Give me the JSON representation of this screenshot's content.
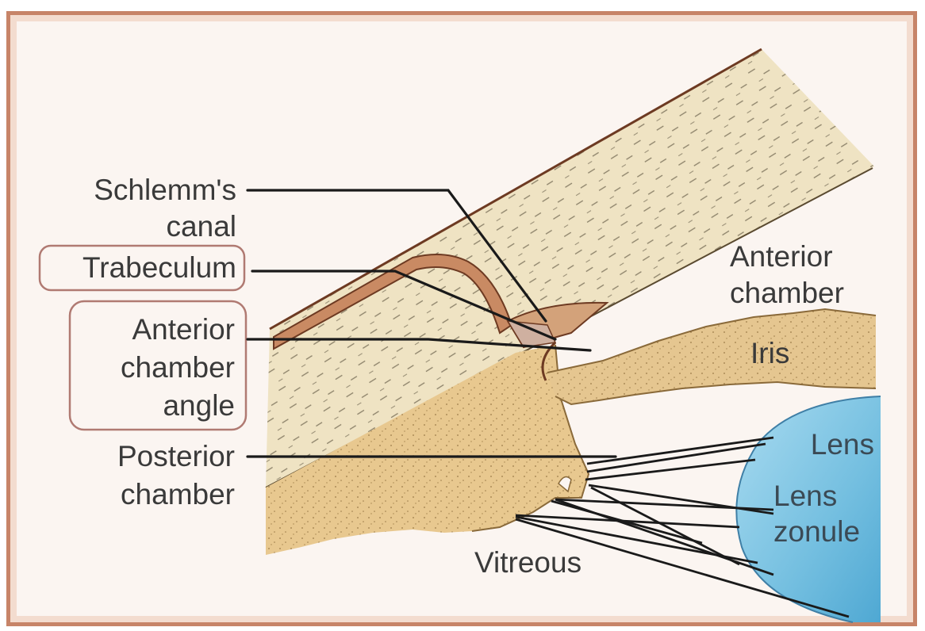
{
  "labels": {
    "schlemm_line1": "Schlemm's",
    "schlemm_line2": "canal",
    "trabeculum": "Trabeculum",
    "angle_line1": "Anterior",
    "angle_line2": "chamber",
    "angle_line3": "angle",
    "posterior_line1": "Posterior",
    "posterior_line2": "chamber",
    "anterior_chamber_line1": "Anterior",
    "anterior_chamber_line2": "chamber",
    "iris": "Iris",
    "lens": "Lens",
    "zonule_line1": "Lens",
    "zonule_line2": "zonule",
    "vitreous": "Vitreous"
  },
  "colors": {
    "frame_border": "#c78468",
    "cornea_fill": "#efe3c3",
    "ciliary_fill": "#e8c88f",
    "iris_fill": "#e5c690",
    "lens_fill": "#7fc4e4",
    "canal_fill": "#c98a63"
  }
}
